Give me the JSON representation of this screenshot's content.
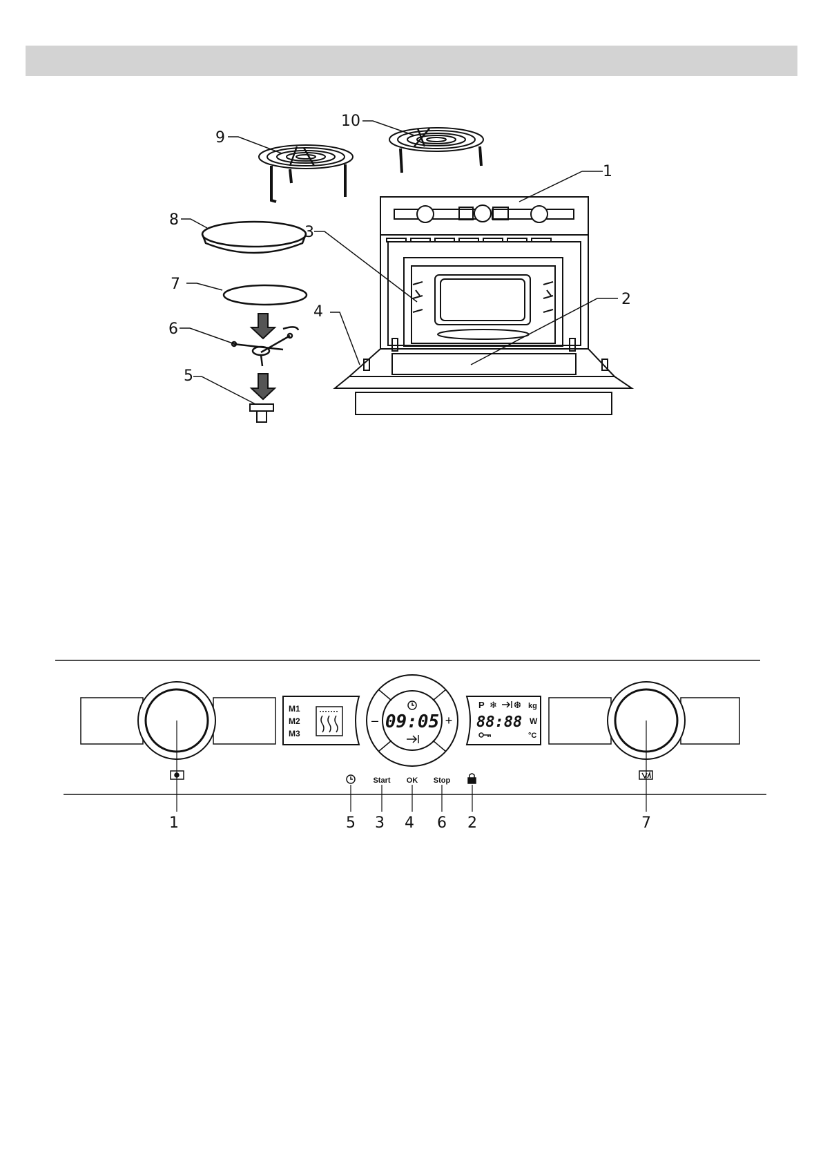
{
  "callouts_top": [
    "1",
    "2",
    "3",
    "4",
    "5",
    "6",
    "7",
    "8",
    "9",
    "10"
  ],
  "panel": {
    "mode_labels": [
      "M1",
      "M2",
      "M3"
    ],
    "time": "09:05",
    "minus": "–",
    "plus": "+",
    "right_display": {
      "p": "P",
      "digits": "88:88",
      "kg": "kg",
      "w": "W",
      "c": "°C"
    },
    "buttons": [
      "Start",
      "OK",
      "Stop"
    ],
    "callouts": [
      "1",
      "5",
      "3",
      "4",
      "6",
      "2",
      "7"
    ]
  }
}
